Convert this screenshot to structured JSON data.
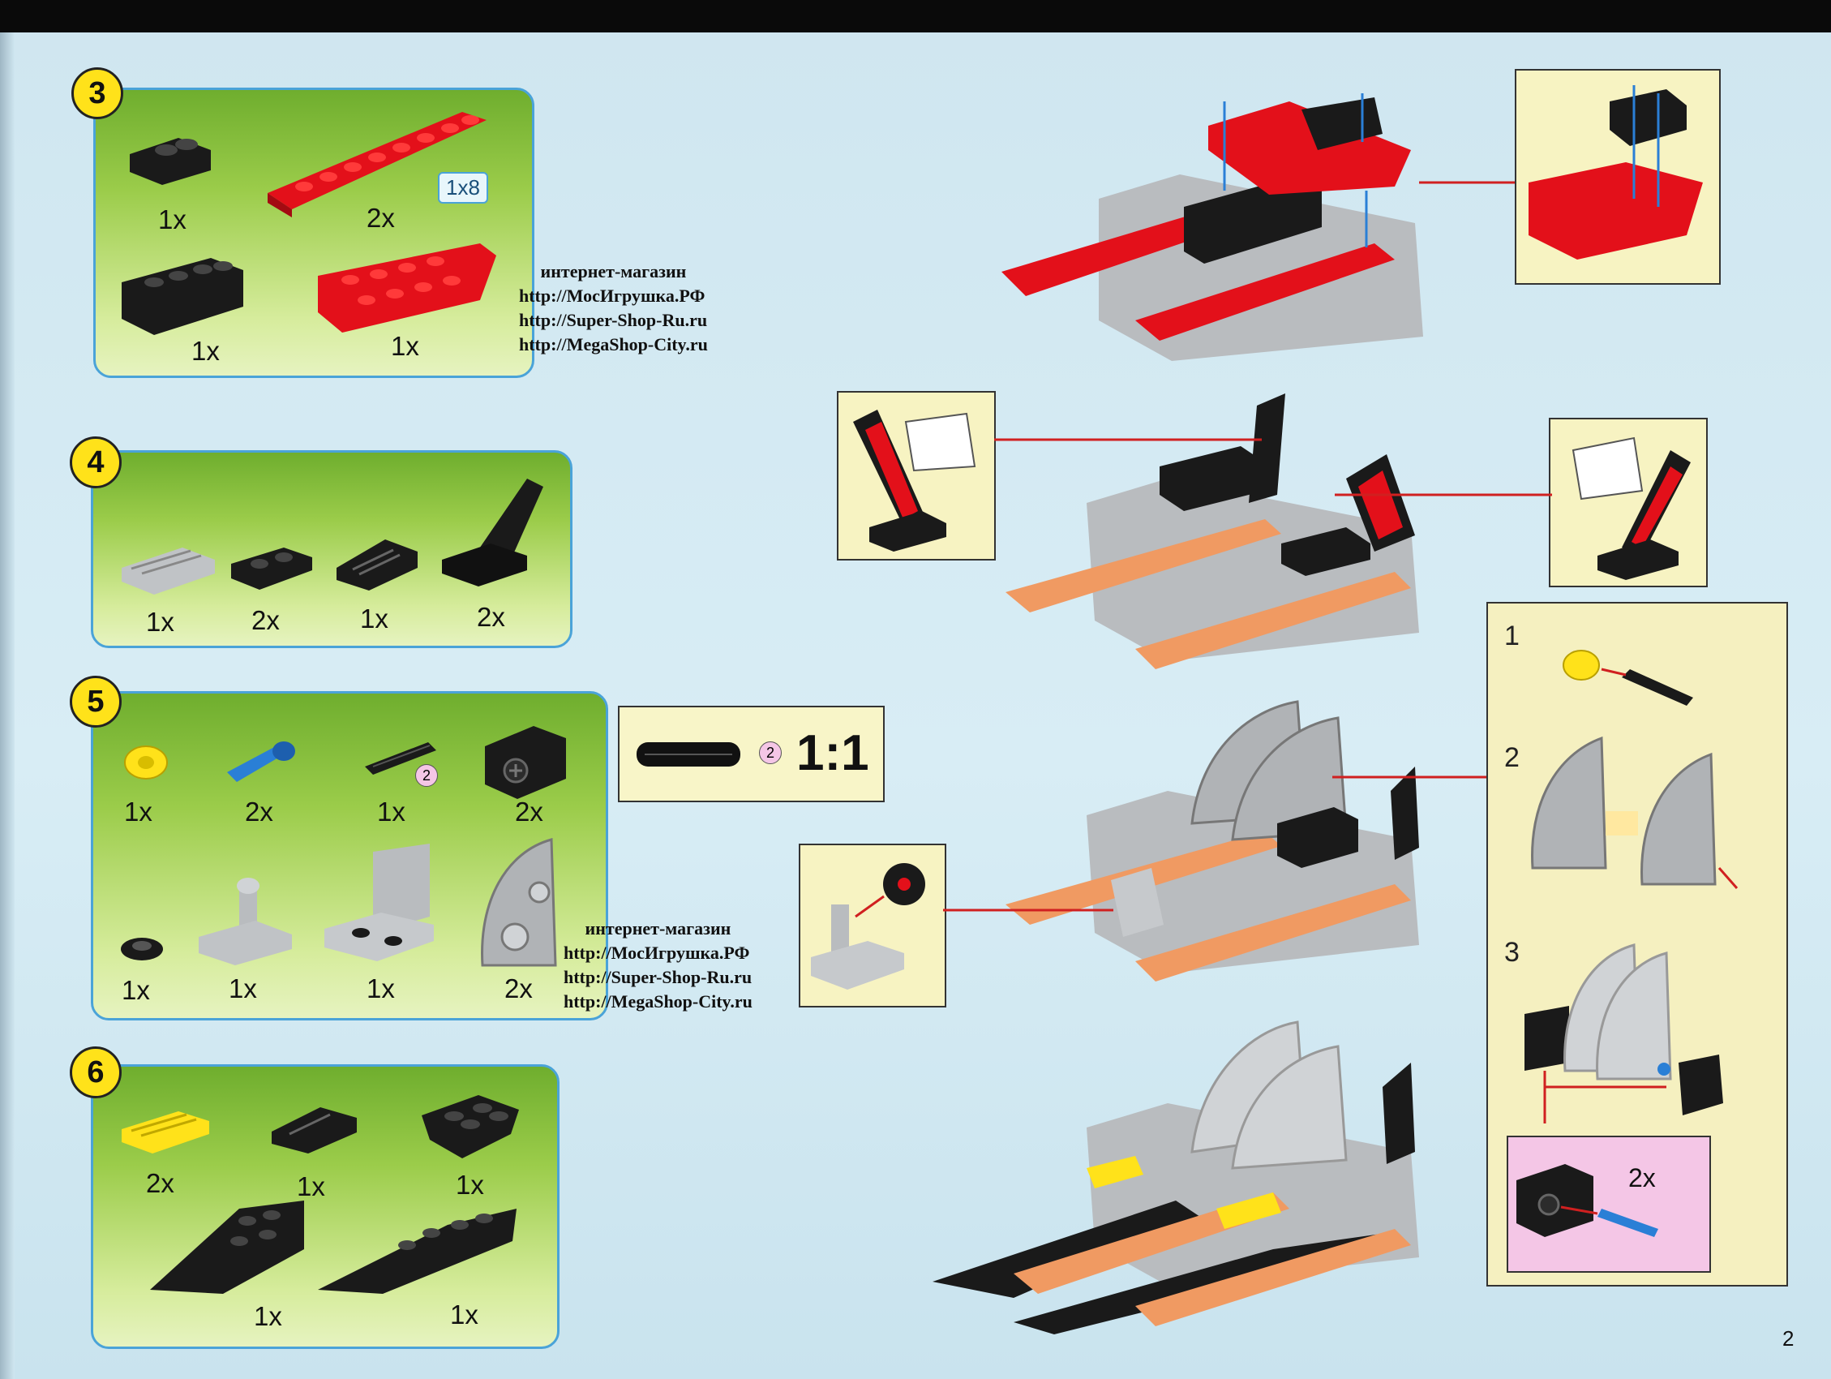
{
  "page_number": "2",
  "watermark": {
    "line1": "интернет-магазин",
    "line2": "http://МосИгрушка.РФ",
    "line3": "http://Super-Shop-Ru.ru",
    "line4": "http://MegaShop-City.ru"
  },
  "steps": {
    "s3": {
      "number": "3",
      "counts": [
        "1x",
        "2x",
        "1x",
        "1x"
      ],
      "tag": "1x8"
    },
    "s4": {
      "number": "4",
      "counts": [
        "1x",
        "2x",
        "1x",
        "2x"
      ]
    },
    "s5": {
      "number": "5",
      "counts": [
        "1x",
        "2x",
        "1x",
        "2x",
        "1x",
        "1x",
        "1x",
        "2x"
      ],
      "mini": "2"
    },
    "s6": {
      "number": "6",
      "counts": [
        "2x",
        "1x",
        "1x",
        "1x",
        "1x"
      ]
    }
  },
  "scale": {
    "mini": "2",
    "ratio": "1:1"
  },
  "subassembly": {
    "n1": "1",
    "n2": "2",
    "n3": "3",
    "count": "2x"
  },
  "colors": {
    "red": "#e3101a",
    "black": "#1a1a1a",
    "orange": "#f09a62",
    "gray": "#b9bcbf",
    "yellow": "#ffe21a",
    "blue": "#2a7fd6",
    "panel_border": "#4aa3d8"
  }
}
